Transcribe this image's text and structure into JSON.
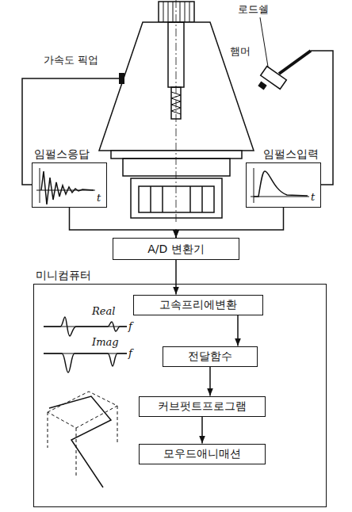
{
  "diagram": {
    "nodes": [
      {
        "text": [
          "임펄스응답"
        ]
      },
      {
        "text": [
          "임펄스입력"
        ]
      },
      {
        "text": [
          "A/D 변환기"
        ]
      },
      {
        "text": [
          "미니컴퓨터"
        ]
      },
      {
        "text": [
          "고속프리에변환"
        ],
        "in": 3
      },
      {
        "text": [
          "전달함수"
        ],
        "in": 3
      },
      {
        "text": [
          "커브펏트프로그램"
        ],
        "in": 3
      },
      {
        "text": [
          "모우드애니매션"
        ],
        "in": 3
      }
    ],
    "edges": [
      {
        "from": 0,
        "to": 2,
        "arrow": "to"
      },
      {
        "from": 1,
        "to": 2,
        "arrow": "to"
      },
      {
        "from": 2,
        "to": 4,
        "arrow": "to"
      },
      {
        "from": 4,
        "to": 5,
        "arrow": "to"
      },
      {
        "from": 5,
        "to": 6,
        "arrow": "to"
      },
      {
        "from": 6,
        "to": 7,
        "arrow": "to"
      }
    ],
    "labels": [
      "로드쉘",
      "가속도 픽업",
      "햄머",
      "t",
      "t",
      "Real",
      "f",
      "Imag",
      "f"
    ]
  }
}
